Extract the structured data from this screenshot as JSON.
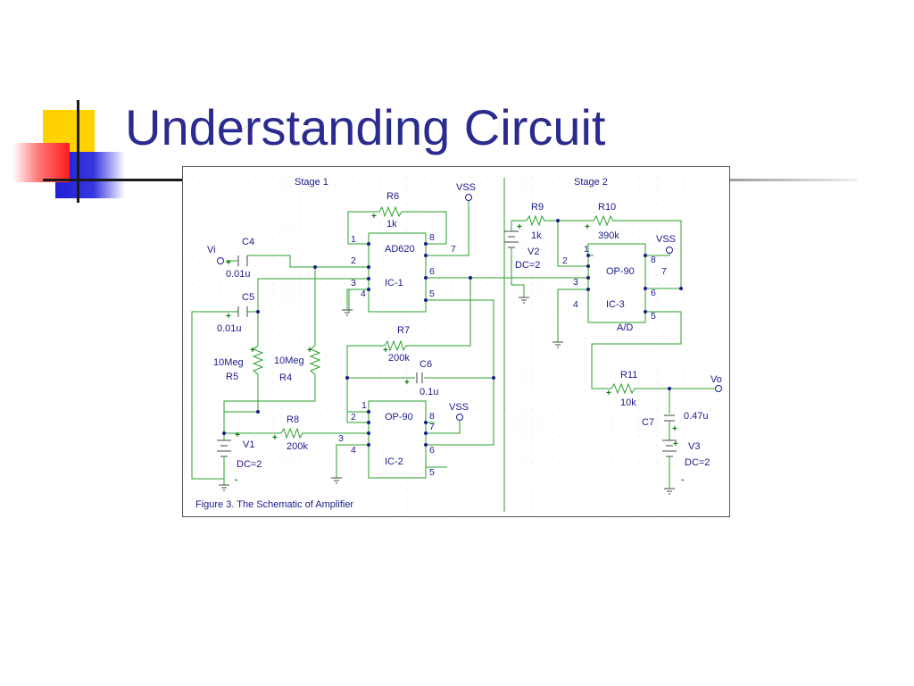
{
  "slide": {
    "title": "Understanding Circuit",
    "caption": "Figure 3.  The Schematic of Amplifier"
  },
  "stages": {
    "stage1": "Stage 1",
    "stage2": "Stage 2"
  },
  "ics": {
    "ic1": {
      "part": "AD620",
      "ref": "IC-1",
      "pins": [
        "1",
        "2",
        "3",
        "4",
        "8",
        "7",
        "6",
        "5"
      ]
    },
    "ic2": {
      "part": "OP-90",
      "ref": "IC-2",
      "pins": [
        "1",
        "2",
        "3",
        "4",
        "8",
        "7",
        "6",
        "5"
      ]
    },
    "ic3": {
      "part": "OP-90",
      "ref": "IC-3",
      "sub": "A/D",
      "pins": [
        "1",
        "2",
        "3",
        "4",
        "8",
        "7",
        "6",
        "5"
      ]
    }
  },
  "components": {
    "r6": {
      "name": "R6",
      "value": "1k"
    },
    "r7": {
      "name": "R7",
      "value": "200k"
    },
    "r8": {
      "name": "R8",
      "value": "200k"
    },
    "r5": {
      "name": "R5",
      "value": "10Meg"
    },
    "r4": {
      "name": "R4",
      "value": "10Meg"
    },
    "r9": {
      "name": "R9",
      "value": "1k"
    },
    "r10": {
      "name": "R10",
      "value": "390k"
    },
    "r11": {
      "name": "R11",
      "value": "10k"
    },
    "c4": {
      "name": "C4",
      "value": "0.01u"
    },
    "c5": {
      "name": "C5",
      "value": "0.01u"
    },
    "c6": {
      "name": "C6",
      "value": "0.1u"
    },
    "c7": {
      "name": "C7",
      "value": "0.47u"
    },
    "v1": {
      "name": "V1",
      "value": "DC=2"
    },
    "v2": {
      "name": "V2",
      "value": "DC=2"
    },
    "v3": {
      "name": "V3",
      "value": "DC=2"
    }
  },
  "nets": {
    "vi": "Vi",
    "vo": "Vo",
    "vss": "VSS"
  },
  "marks": {
    "plus": "+",
    "minus": "-"
  },
  "colors": {
    "title": "#2b2b8f",
    "label": "#1a1a8c",
    "wire": "#2aa12a"
  }
}
